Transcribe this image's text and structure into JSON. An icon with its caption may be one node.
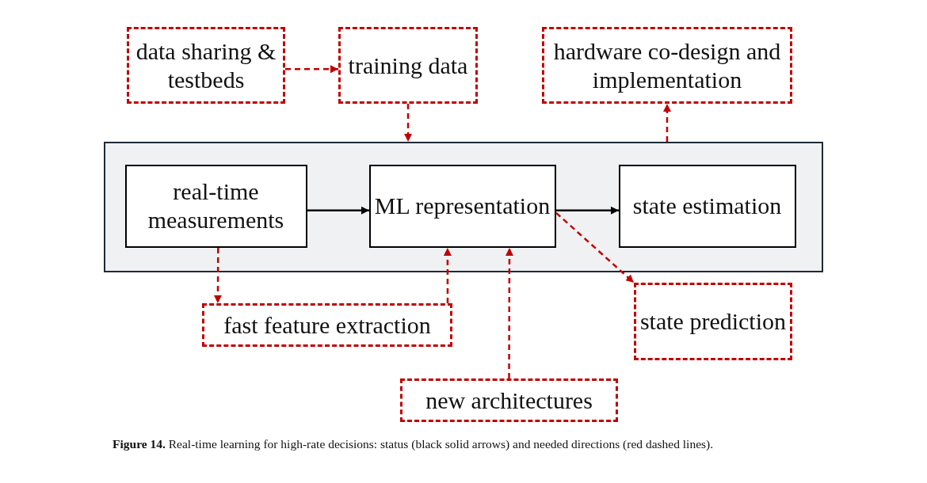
{
  "diagram": {
    "caption": "**Figure 14.** Real-time learning for high-rate decisions: status (black solid arrows) and needed directions (red dashed lines).",
    "nodes": [
      {
        "text": [
          "data sharing & testbeds"
        ]
      },
      {
        "text": [
          "training data"
        ]
      },
      {
        "text": [
          "hardware co-design and implementation"
        ]
      },
      {
        "text": [],
        "shape": "box"
      },
      {
        "text": [
          "real-time measurements"
        ],
        "in": 3
      },
      {
        "text": [
          "ML representation"
        ],
        "in": 3
      },
      {
        "text": [
          "state estimation"
        ],
        "in": 3
      },
      {
        "text": [
          "fast feature extraction"
        ]
      },
      {
        "text": [
          "state prediction"
        ]
      },
      {
        "text": [
          "new architectures"
        ]
      }
    ],
    "edges": [
      {
        "from": 0,
        "to": 1,
        "arrow": "to",
        "style": "dashed",
        "color": "#c00000"
      },
      {
        "from": 1,
        "to": 3,
        "arrow": "to",
        "style": "dashed",
        "color": "#c00000"
      },
      {
        "from": 3,
        "to": 2,
        "arrow": "to",
        "style": "dashed",
        "color": "#c00000"
      },
      {
        "from": 4,
        "to": 5,
        "arrow": "to",
        "color": "#000000"
      },
      {
        "from": 5,
        "to": 6,
        "arrow": "to",
        "color": "#000000"
      },
      {
        "from": 4,
        "to": 7,
        "arrow": "to",
        "style": "dashed",
        "color": "#c00000"
      },
      {
        "from": 7,
        "to": 5,
        "arrow": "to",
        "style": "dashed",
        "color": "#c00000"
      },
      {
        "from": 9,
        "to": 5,
        "arrow": "to",
        "style": "dashed",
        "color": "#c00000"
      },
      {
        "from": 5,
        "to": 8,
        "arrow": "to",
        "style": "dashed",
        "color": "#c00000"
      }
    ]
  }
}
